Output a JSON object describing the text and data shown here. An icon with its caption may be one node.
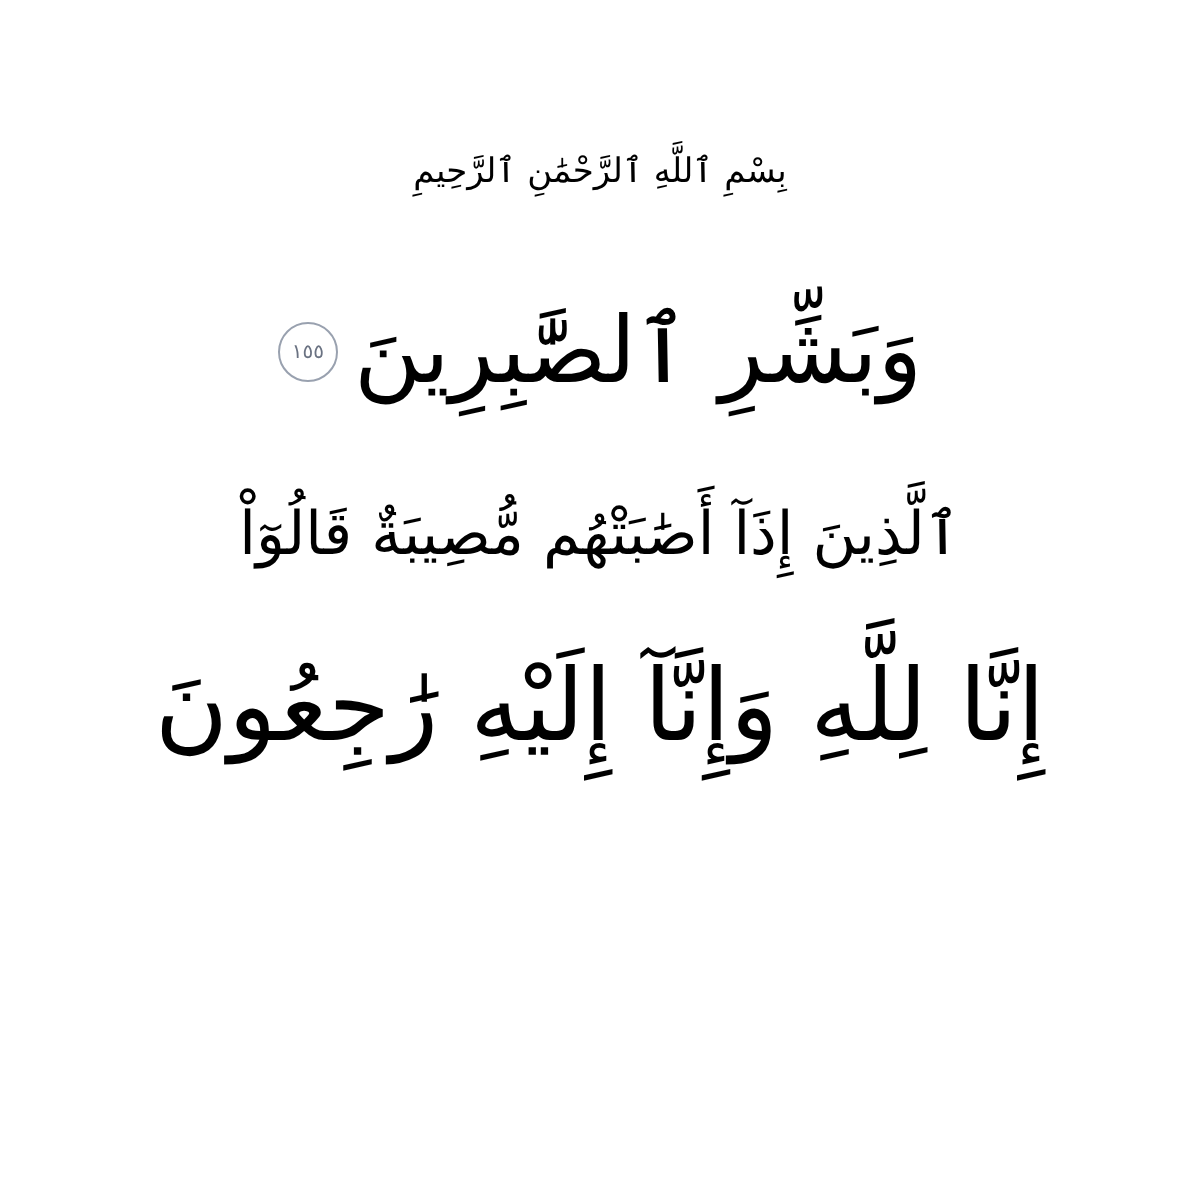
{
  "diagram": {
    "title": "بِسْمِ ٱللَّهِ ٱلرَّحْمَٰنِ ٱلرَّحِيمِ",
    "labels": [
      "وَبَشِّرِ ٱلصَّٰبِرِينَ",
      "١٥٥",
      "ٱلَّذِينَ إِذَآ أَصَٰبَتْهُم مُّصِيبَةٌ قَالُوٓاْ",
      "إِنَّا لِلَّهِ وَإِنَّآ إِلَيْهِ رَٰجِعُونَ"
    ]
  }
}
